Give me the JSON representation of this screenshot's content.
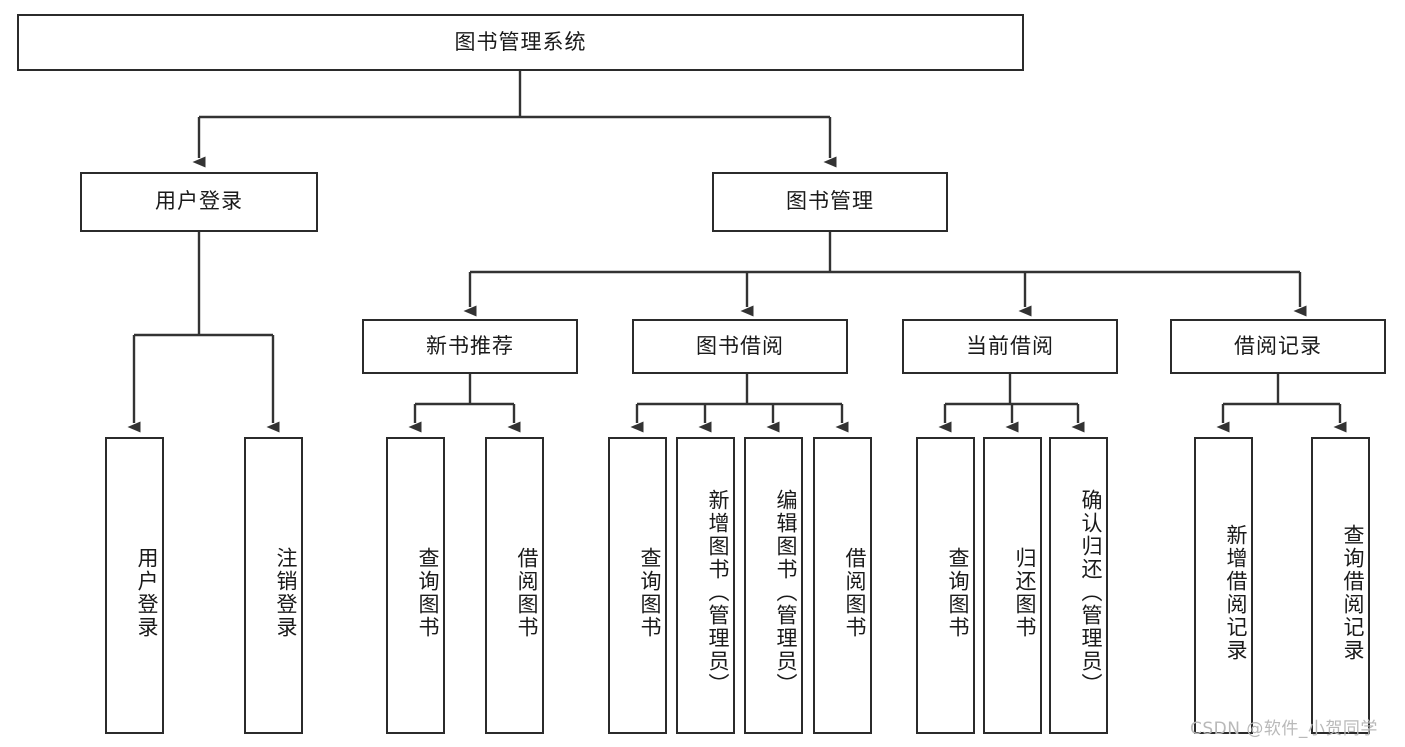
{
  "diagram": {
    "type": "tree-hierarchy",
    "title": "图书管理系统",
    "watermark": "CSDN @软件_小贺同学",
    "colors": {
      "box_border": "#2b2b2b",
      "box_fill": "#ffffff",
      "connector": "#333333",
      "text": "#1a1a1a",
      "watermark": "#b9b9b9"
    },
    "nodes": {
      "root": {
        "label": "图书管理系统",
        "level": 1,
        "orientation": "horizontal"
      },
      "login": {
        "label": "用户登录",
        "level": 2,
        "orientation": "horizontal"
      },
      "book_mgmt": {
        "label": "图书管理",
        "level": 2,
        "orientation": "horizontal"
      },
      "new_book_rec": {
        "label": "新书推荐",
        "level": 3,
        "orientation": "horizontal"
      },
      "book_borrow": {
        "label": "图书借阅",
        "level": 3,
        "orientation": "horizontal"
      },
      "current_borrow": {
        "label": "当前借阅",
        "level": 3,
        "orientation": "horizontal"
      },
      "borrow_record": {
        "label": "借阅记录",
        "level": 3,
        "orientation": "horizontal"
      },
      "leaf_user_login": {
        "label": "用户登录",
        "level": 4,
        "orientation": "vertical"
      },
      "leaf_logout": {
        "label": "注销登录",
        "level": 4,
        "orientation": "vertical"
      },
      "leaf_query_book_1": {
        "label": "查询图书",
        "level": 4,
        "orientation": "vertical"
      },
      "leaf_borrow_book_1": {
        "label": "借阅图书",
        "level": 4,
        "orientation": "vertical"
      },
      "leaf_query_book_2": {
        "label": "查询图书",
        "level": 4,
        "orientation": "vertical"
      },
      "leaf_add_book": {
        "label": "新增图书（管理员）",
        "level": 4,
        "orientation": "vertical"
      },
      "leaf_edit_book": {
        "label": "编辑图书（管理员）",
        "level": 4,
        "orientation": "vertical"
      },
      "leaf_borrow_book_2": {
        "label": "借阅图书",
        "level": 4,
        "orientation": "vertical"
      },
      "leaf_query_book_3": {
        "label": "查询图书",
        "level": 4,
        "orientation": "vertical"
      },
      "leaf_return_book": {
        "label": "归还图书",
        "level": 4,
        "orientation": "vertical"
      },
      "leaf_confirm_return": {
        "label": "确认归还（管理员）",
        "level": 4,
        "orientation": "vertical"
      },
      "leaf_add_record": {
        "label": "新增借阅记录",
        "level": 4,
        "orientation": "vertical"
      },
      "leaf_query_record": {
        "label": "查询借阅记录",
        "level": 4,
        "orientation": "vertical"
      }
    },
    "edges": [
      {
        "from": "root",
        "to": "login"
      },
      {
        "from": "root",
        "to": "book_mgmt"
      },
      {
        "from": "login",
        "to": "leaf_user_login"
      },
      {
        "from": "login",
        "to": "leaf_logout"
      },
      {
        "from": "book_mgmt",
        "to": "new_book_rec"
      },
      {
        "from": "book_mgmt",
        "to": "book_borrow"
      },
      {
        "from": "book_mgmt",
        "to": "current_borrow"
      },
      {
        "from": "book_mgmt",
        "to": "borrow_record"
      },
      {
        "from": "new_book_rec",
        "to": "leaf_query_book_1"
      },
      {
        "from": "new_book_rec",
        "to": "leaf_borrow_book_1"
      },
      {
        "from": "book_borrow",
        "to": "leaf_query_book_2"
      },
      {
        "from": "book_borrow",
        "to": "leaf_add_book"
      },
      {
        "from": "book_borrow",
        "to": "leaf_edit_book"
      },
      {
        "from": "book_borrow",
        "to": "leaf_borrow_book_2"
      },
      {
        "from": "current_borrow",
        "to": "leaf_query_book_3"
      },
      {
        "from": "current_borrow",
        "to": "leaf_return_book"
      },
      {
        "from": "current_borrow",
        "to": "leaf_confirm_return"
      },
      {
        "from": "borrow_record",
        "to": "leaf_add_record"
      },
      {
        "from": "borrow_record",
        "to": "leaf_query_record"
      }
    ]
  }
}
